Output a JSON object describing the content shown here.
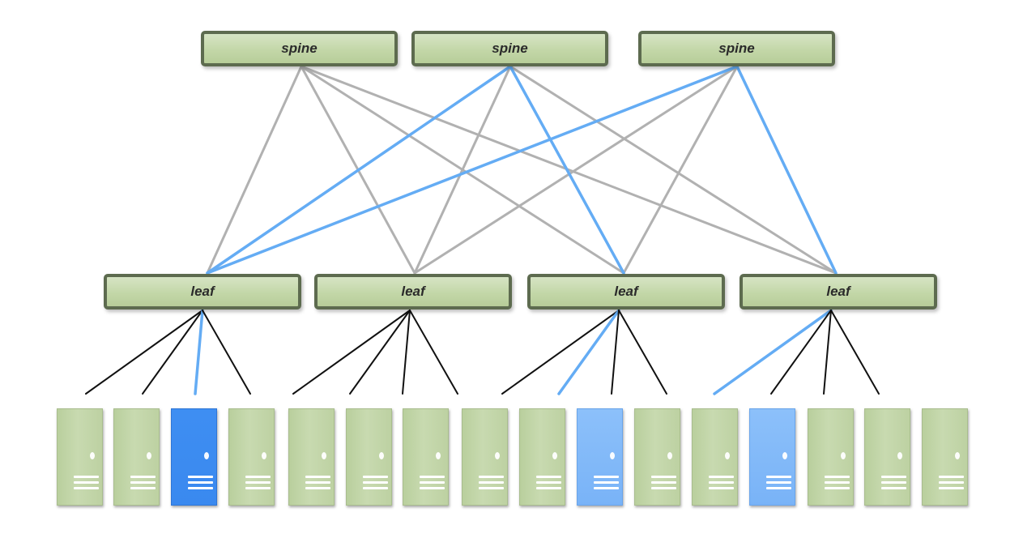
{
  "spines": [
    {
      "label": "spine"
    },
    {
      "label": "spine"
    },
    {
      "label": "spine"
    }
  ],
  "leaves": [
    {
      "label": "leaf"
    },
    {
      "label": "leaf"
    },
    {
      "label": "leaf"
    },
    {
      "label": "leaf"
    }
  ],
  "servers": [
    {
      "leaf": 0,
      "highlighted": false
    },
    {
      "leaf": 0,
      "highlighted": false
    },
    {
      "leaf": 0,
      "highlighted": true
    },
    {
      "leaf": 0,
      "highlighted": false
    },
    {
      "leaf": 1,
      "highlighted": false
    },
    {
      "leaf": 1,
      "highlighted": false
    },
    {
      "leaf": 1,
      "highlighted": false
    },
    {
      "leaf": 1,
      "highlighted": false
    },
    {
      "leaf": 2,
      "highlighted": false
    },
    {
      "leaf": 2,
      "highlighted": true
    },
    {
      "leaf": 2,
      "highlighted": false
    },
    {
      "leaf": 2,
      "highlighted": false
    },
    {
      "leaf": 3,
      "highlighted": true
    },
    {
      "leaf": 3,
      "highlighted": false
    },
    {
      "leaf": 3,
      "highlighted": false
    },
    {
      "leaf": 3,
      "highlighted": false
    }
  ],
  "highlighted_path": {
    "spine_leaf_links": [
      {
        "spine": 1,
        "leaf": 0
      },
      {
        "spine": 2,
        "leaf": 0
      },
      {
        "spine": 1,
        "leaf": 2
      },
      {
        "spine": 2,
        "leaf": 3
      }
    ]
  },
  "colors": {
    "mesh_link": "#b1b1b1",
    "highlight_link": "#64acf4",
    "access_link": "#111111",
    "switch_fill": "#c3d7a8",
    "switch_border": "#5d6b4f",
    "server_fill": "#c3d7a8",
    "server_active": "#3e8ef2"
  }
}
